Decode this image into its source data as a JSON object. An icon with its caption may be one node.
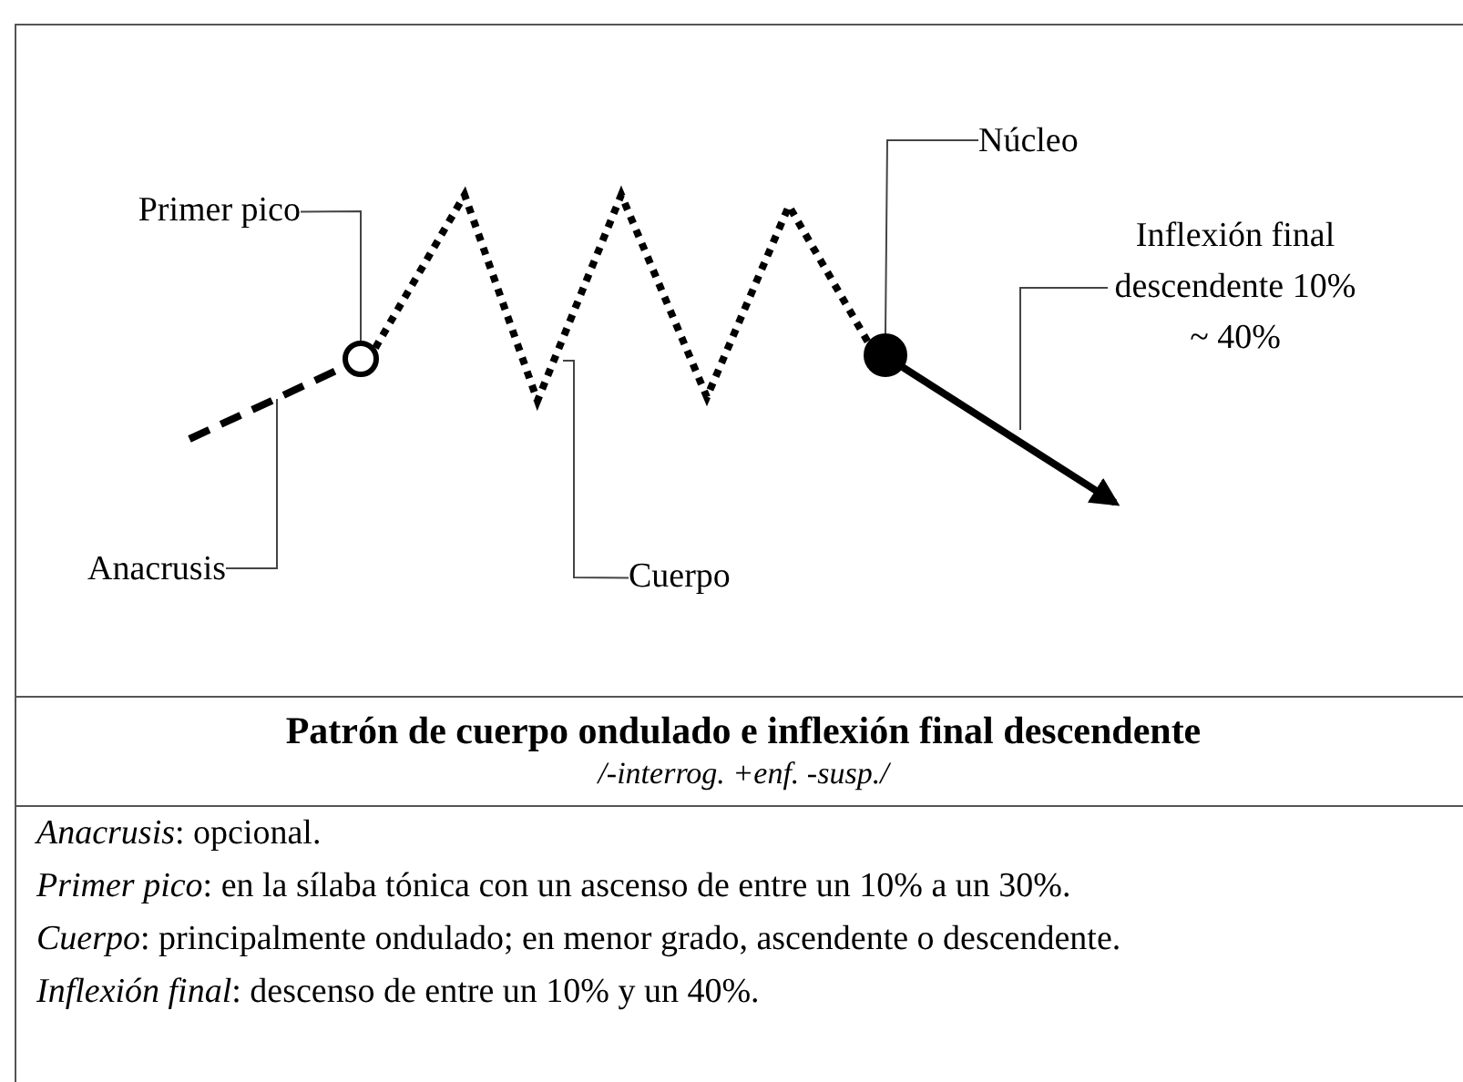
{
  "diagram": {
    "title": "Patrón de cuerpo ondulado e inflexión final descendente",
    "nodes": [
      {
        "text": [
          "Primer pico"
        ]
      },
      {
        "text": [],
        "shape": "circle"
      },
      {
        "text": [
          "Núcleo"
        ]
      },
      {
        "text": [],
        "shape": "circle"
      },
      {
        "text": [
          "Inflexión final descendente 10% ~ 40%"
        ]
      },
      {
        "text": [
          "Anacrusis"
        ]
      },
      {
        "text": [
          "Cuerpo"
        ]
      }
    ],
    "edges": [
      {
        "from": null,
        "to": 1,
        "arrow": "none",
        "style": "dashed"
      },
      {
        "from": 1,
        "to": 3,
        "arrow": "none",
        "style": "dashed"
      },
      {
        "from": 3,
        "to": null,
        "arrow": "to",
        "style": "thick"
      },
      {
        "from": 0,
        "to": 1,
        "arrow": "none"
      },
      {
        "from": 2,
        "to": 3,
        "arrow": "none"
      },
      {
        "from": 4,
        "to": null,
        "arrow": "none"
      },
      {
        "from": 5,
        "to": null,
        "arrow": "none"
      },
      {
        "from": 6,
        "to": null,
        "arrow": "none"
      }
    ],
    "labels": [
      "/-interrog. +enf. -susp./",
      "*Anacrusis*: opcional.",
      "*Primer pico*: en la sílaba tónica con un ascenso de entre un 10% a un 30%.",
      "*Cuerpo*: principalmente ondulado; en menor grado, ascendente o descendente.",
      "*Inflexión final*: descenso de entre un 10% y un 40%."
    ]
  }
}
